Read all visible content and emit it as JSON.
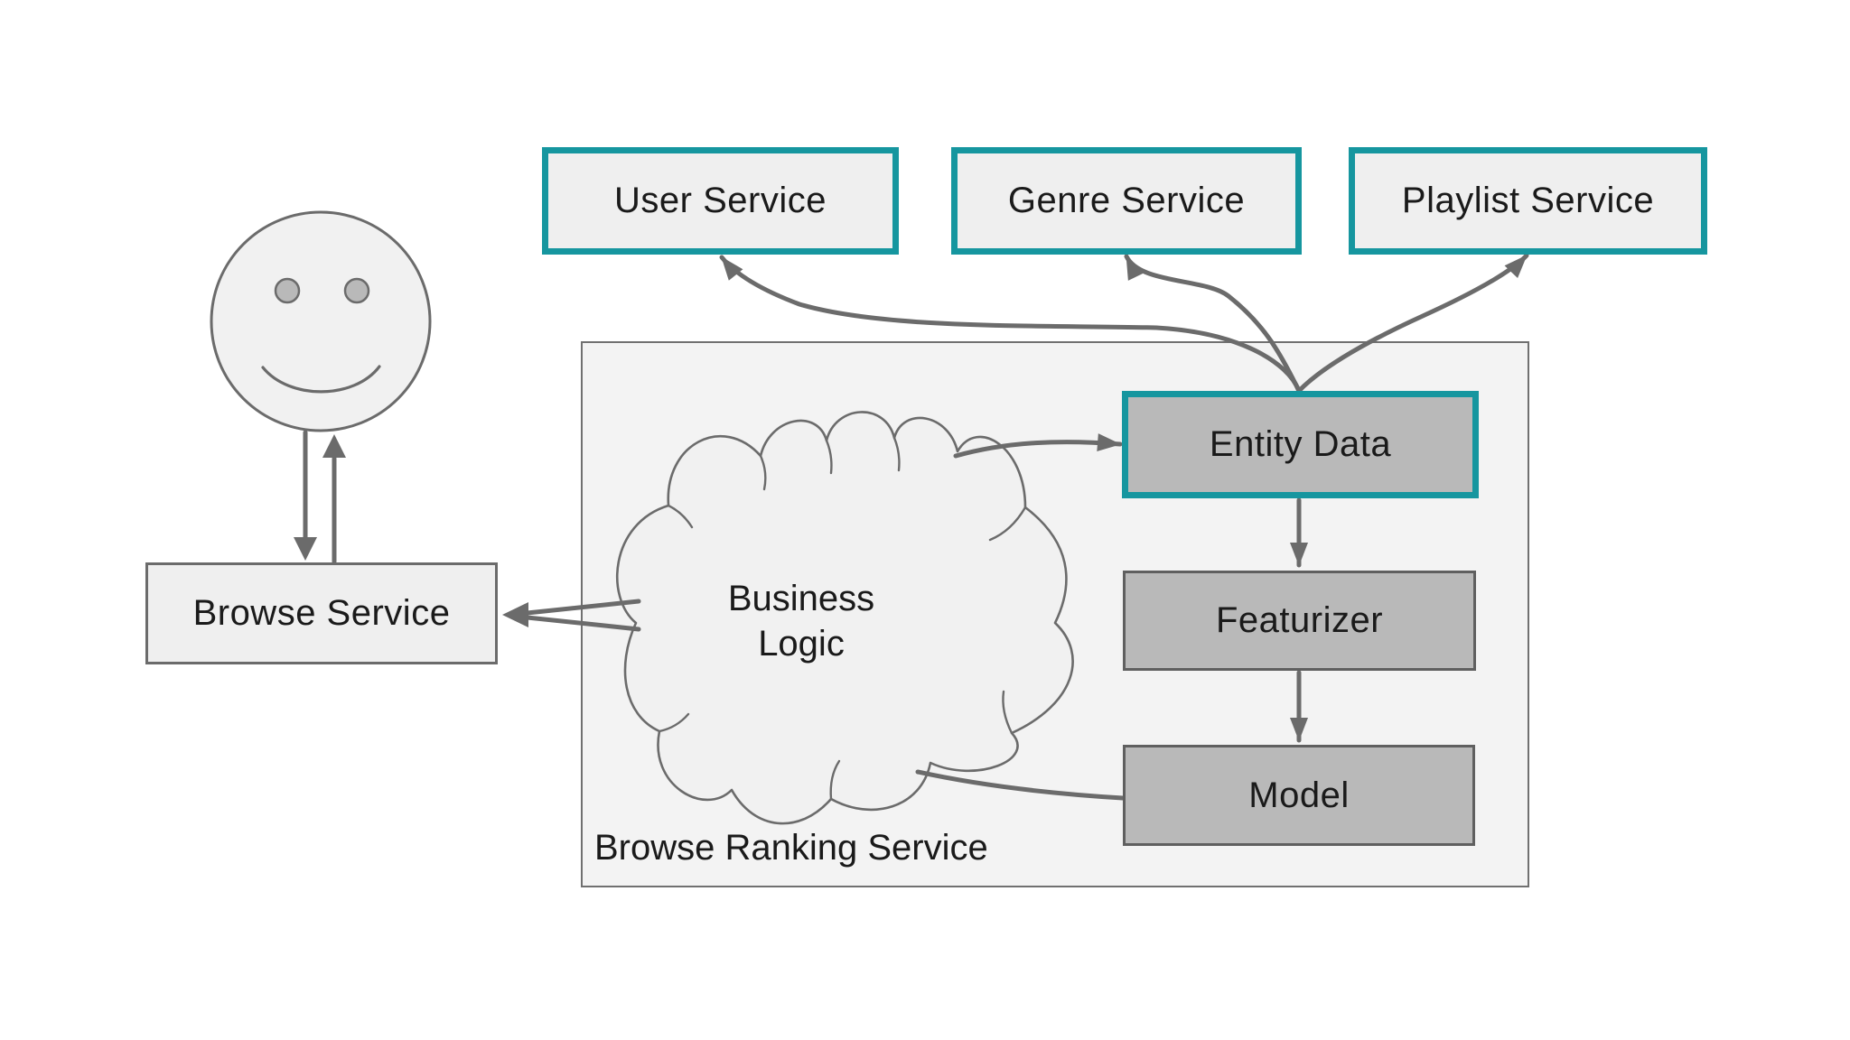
{
  "diagram": {
    "external_services": [
      {
        "id": "user-service",
        "label": "User Service"
      },
      {
        "id": "genre-service",
        "label": "Genre Service"
      },
      {
        "id": "playlist-service",
        "label": "Playlist Service"
      }
    ],
    "actor": {
      "icon": "smiley-face-icon"
    },
    "browse_service": {
      "label": "Browse Service"
    },
    "browse_ranking_service": {
      "label": "Browse Ranking Service",
      "business_logic": {
        "label_line1": "Business",
        "label_line2": "Logic"
      },
      "entity_data": {
        "label": "Entity Data"
      },
      "featurizer": {
        "label": "Featurizer"
      },
      "model": {
        "label": "Model"
      }
    },
    "connections": [
      {
        "from": "user",
        "to": "browse-service",
        "bidirectional": true
      },
      {
        "from": "business-logic",
        "to": "browse-service"
      },
      {
        "from": "business-logic",
        "to": "entity-data"
      },
      {
        "from": "entity-data",
        "to": "user-service"
      },
      {
        "from": "entity-data",
        "to": "genre-service"
      },
      {
        "from": "entity-data",
        "to": "playlist-service"
      },
      {
        "from": "entity-data",
        "to": "featurizer"
      },
      {
        "from": "featurizer",
        "to": "model"
      },
      {
        "from": "model",
        "to": "business-logic"
      }
    ],
    "colors": {
      "teal_border": "#16969f",
      "node_gray": "#b9b9b9",
      "node_light": "#efefef",
      "container_bg": "#f3f3f3",
      "line": "#6b6b6b",
      "text": "#1a1a1a",
      "background": "#ffffff"
    }
  }
}
